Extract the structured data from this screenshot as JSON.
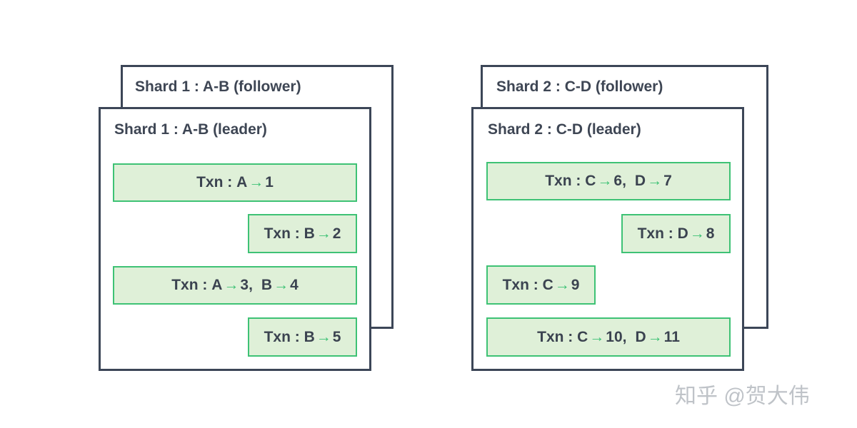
{
  "shards": [
    {
      "follower_title": "Shard 1 : A-B (follower)",
      "leader_title": "Shard 1 : A-B (leader)",
      "transactions": [
        {
          "prefix": "Txn : ",
          "writes": [
            {
              "key": "A",
              "value": "1"
            }
          ]
        },
        {
          "prefix": "Txn : ",
          "writes": [
            {
              "key": "B",
              "value": "2"
            }
          ]
        },
        {
          "prefix": "Txn : ",
          "writes": [
            {
              "key": "A",
              "value": "3"
            },
            {
              "key": "B",
              "value": "4"
            }
          ]
        },
        {
          "prefix": "Txn : ",
          "writes": [
            {
              "key": "B",
              "value": "5"
            }
          ]
        }
      ]
    },
    {
      "follower_title": "Shard 2 : C-D (follower)",
      "leader_title": "Shard 2 : C-D (leader)",
      "transactions": [
        {
          "prefix": "Txn : ",
          "writes": [
            {
              "key": "C",
              "value": "6"
            },
            {
              "key": "D",
              "value": "7"
            }
          ]
        },
        {
          "prefix": "Txn : ",
          "writes": [
            {
              "key": "D",
              "value": "8"
            }
          ]
        },
        {
          "prefix": "Txn : ",
          "writes": [
            {
              "key": "C",
              "value": "9"
            }
          ]
        },
        {
          "prefix": "Txn : ",
          "writes": [
            {
              "key": "C",
              "value": "10"
            },
            {
              "key": "D",
              "value": "11"
            }
          ]
        }
      ]
    }
  ],
  "arrow_glyph": "→",
  "write_separator": ",",
  "watermark": "知乎 @贺大伟",
  "colors": {
    "box_border": "#3c4657",
    "txn_border": "#3ec275",
    "txn_fill": "#dff0d8",
    "arrow": "#3ec275",
    "text": "#3b4350"
  }
}
